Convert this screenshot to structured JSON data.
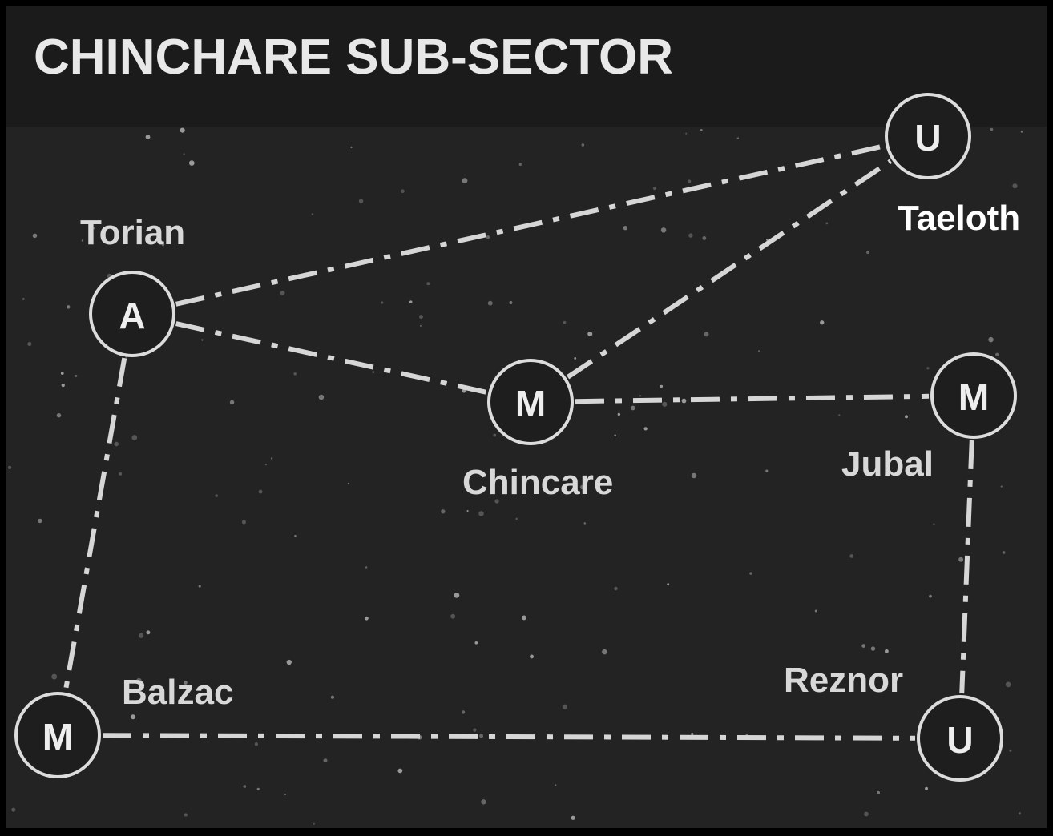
{
  "title": "CHINCHARE SUB-SECTOR",
  "colors": {
    "background": "#222222",
    "header": "#1c1c1c",
    "ink": "#dcdcdc",
    "border": "#000000"
  },
  "systems": [
    {
      "name": "Taeloth",
      "class": "U"
    },
    {
      "name": "Torian",
      "class": "A"
    },
    {
      "name": "Chincare",
      "class": "M"
    },
    {
      "name": "Jubal",
      "class": "M"
    },
    {
      "name": "Balzac",
      "class": "M"
    },
    {
      "name": "Reznor",
      "class": "U"
    }
  ],
  "routes": [
    [
      "Torian",
      "Taeloth"
    ],
    [
      "Torian",
      "Chincare"
    ],
    [
      "Chincare",
      "Taeloth"
    ],
    [
      "Chincare",
      "Jubal"
    ],
    [
      "Jubal",
      "Reznor"
    ],
    [
      "Balzac",
      "Reznor"
    ],
    [
      "Torian",
      "Balzac"
    ]
  ]
}
